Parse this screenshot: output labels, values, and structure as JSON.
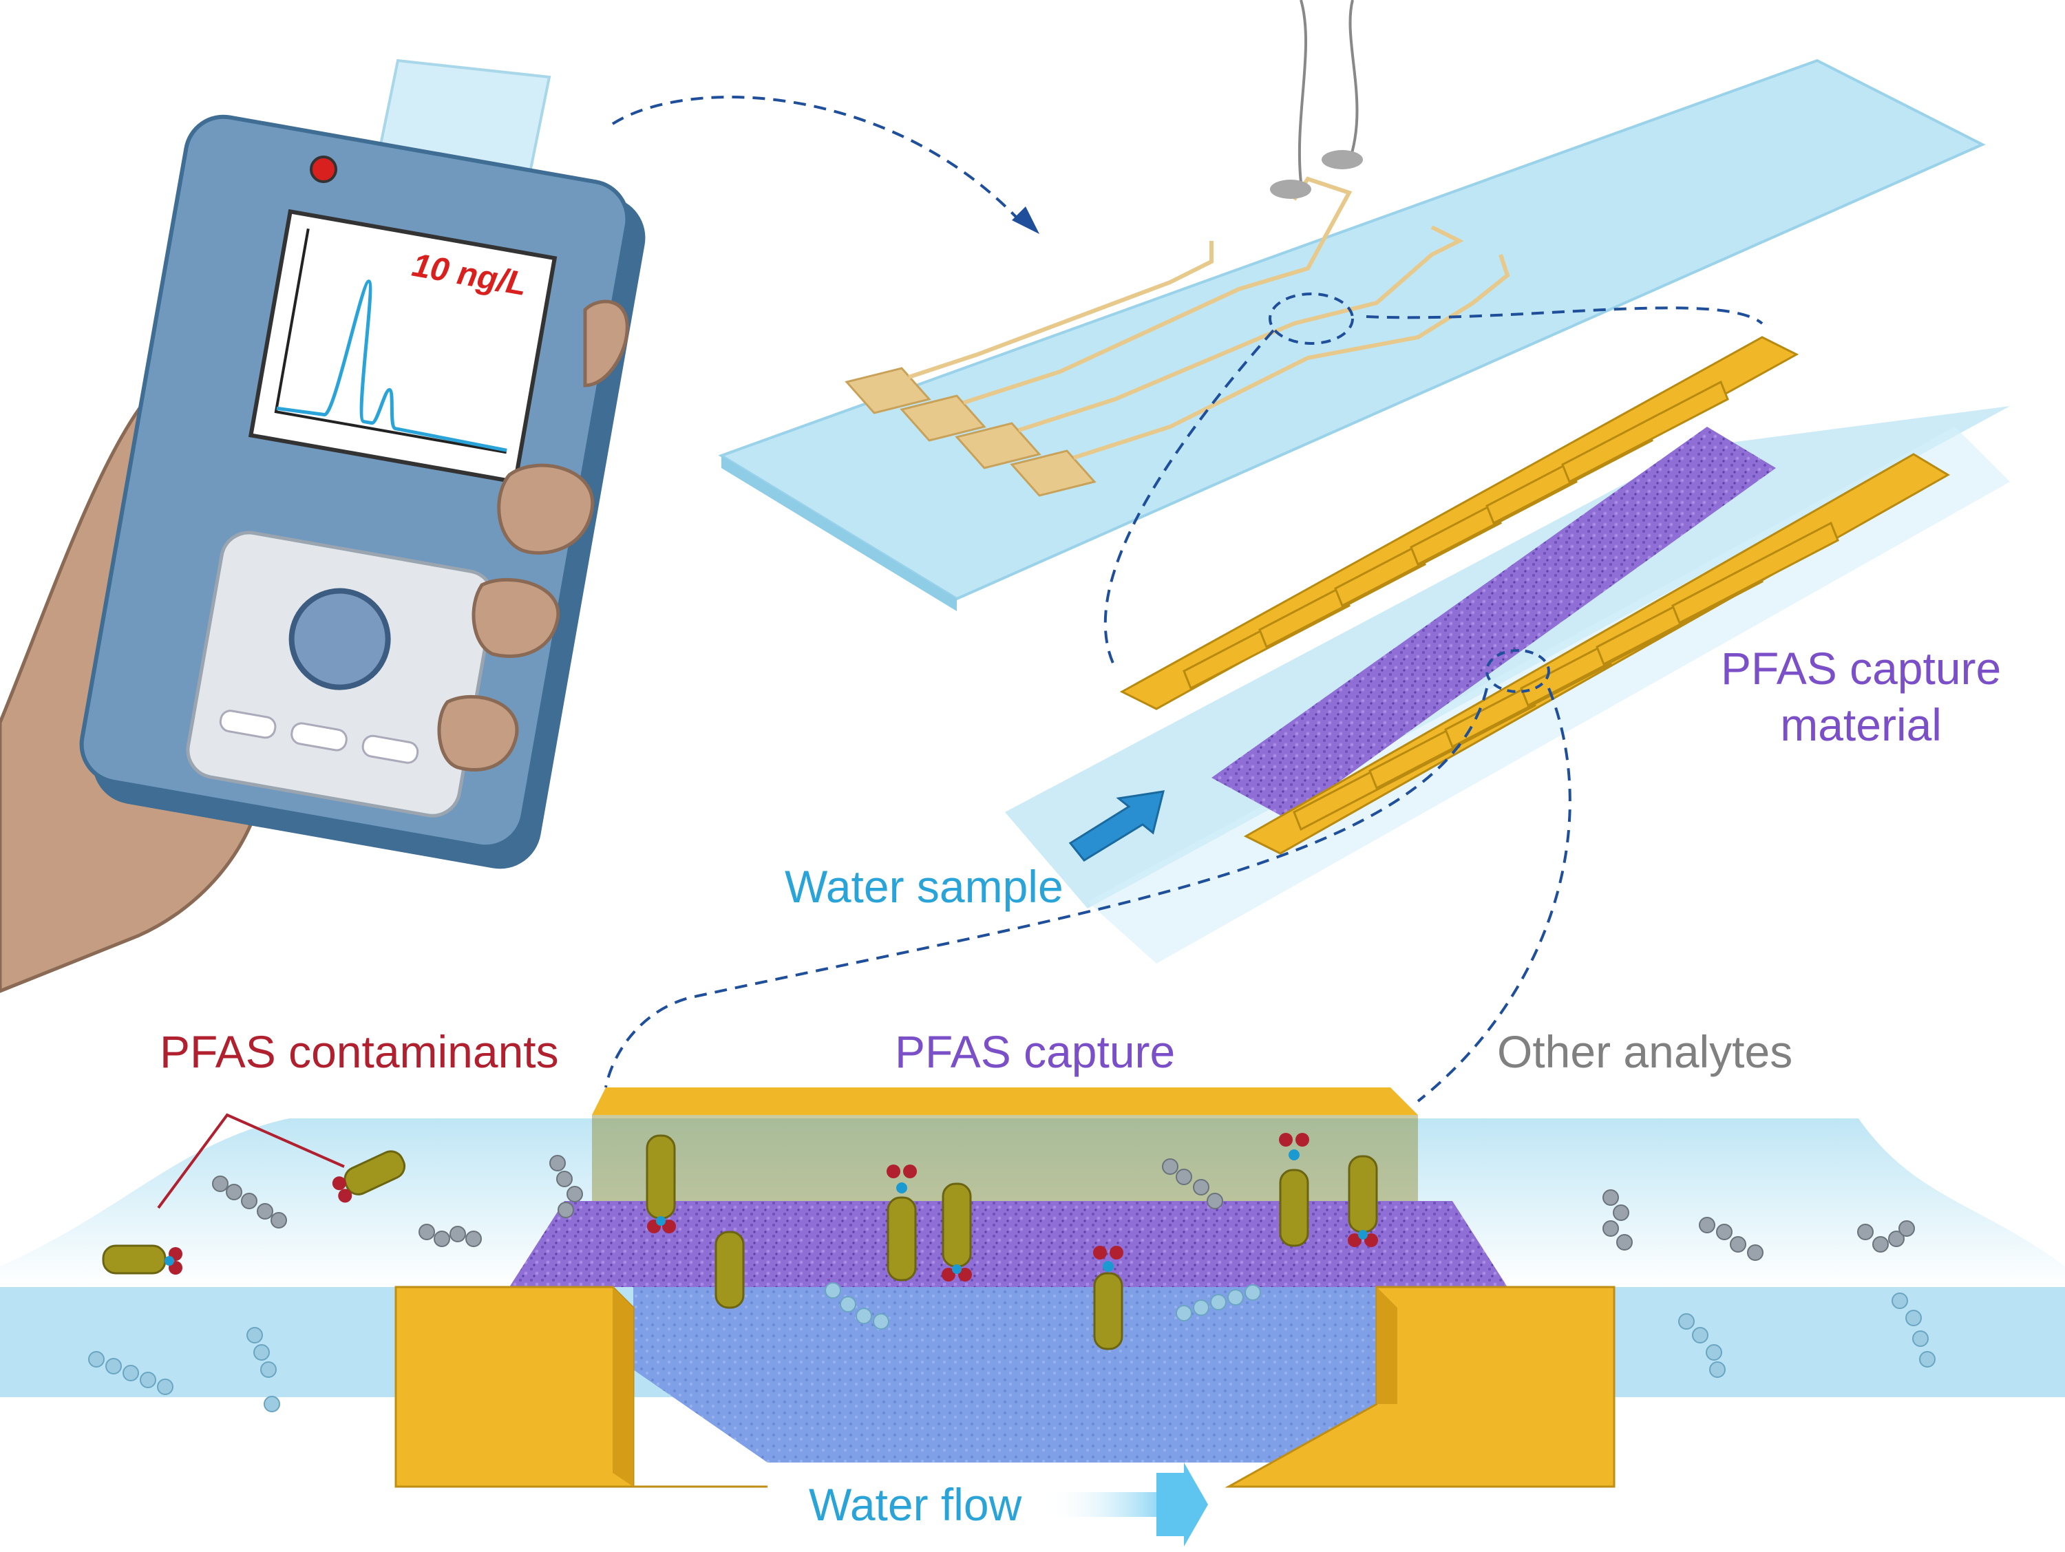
{
  "labels": {
    "device_reading": "10 ng/L",
    "water_sample": "Water sample",
    "capture_material_line1": "PFAS capture",
    "capture_material_line2": "material",
    "pfas_contaminants": "PFAS contaminants",
    "pfas_capture": "PFAS capture",
    "other_analytes": "Other analytes",
    "water_flow": "Water flow"
  },
  "colors": {
    "pfas_red": "#b0202e",
    "capture_purple": "#7b4fc8",
    "water_blue": "#2aa4d8",
    "analyte_gray": "#808080",
    "gold": "#f0b828",
    "device_blue": "#6f96b8"
  }
}
